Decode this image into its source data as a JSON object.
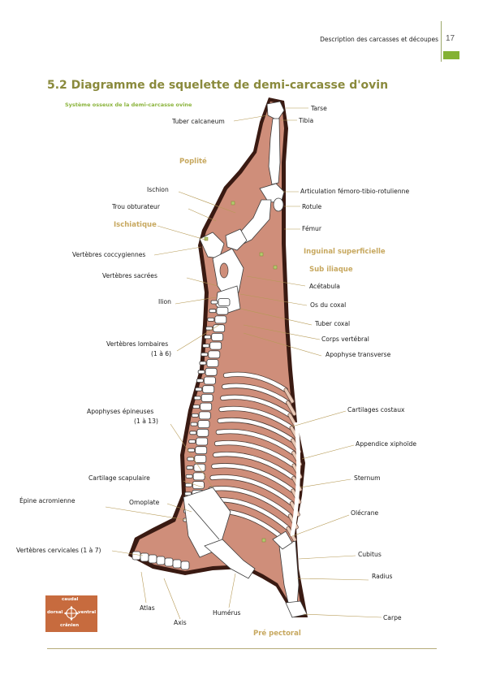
{
  "header": {
    "section_title": "Description des carcasses et découpes",
    "page_number": "17"
  },
  "title": "5.2 Diagramme de squelette de demi-carcasse d'ovin",
  "subtitle": "Système osseux de la demi-carcasse ovine",
  "labels": {
    "tarse": "Tarse",
    "tibia": "Tibia",
    "tuber_calcaneum": "Tuber calcaneum",
    "poplite": "Poplité",
    "ischion": "Ischion",
    "articulation": "Articulation fémoro-tibio-rotulienne",
    "trou_obturateur": "Trou obturateur",
    "rotule": "Rotule",
    "ischiatique": "Ischiatique",
    "femur": "Fémur",
    "inguinal": "Inguinal superficielle",
    "vertebres_coccygiennes": "Vertèbres coccygiennes",
    "sub_iliaque": "Sub iliaque",
    "vertebres_sacrees": "Vertèbres sacrées",
    "acetabula": "Acétabula",
    "ilion": "Ilion",
    "os_du_coxal": "Os du coxal",
    "tuber_coxal": "Tuber coxal",
    "vertebres_lombaires": "Vertèbres lombaires",
    "vertebres_lombaires_2": "(1 à 6)",
    "corps_vertebral": "Corps vertébral",
    "apophyse_transverse": "Apophyse transverse",
    "cartilages_costaux": "Cartilages costaux",
    "apophyses_epineuses": "Apophyses épineuses",
    "apophyses_epineuses_2": "(1 à 13)",
    "appendice_xiphoide": "Appendice xiphoïde",
    "cartilage_scapulaire": "Cartilage scapulaire",
    "sternum": "Sternum",
    "epine_acromienne": "Épine acromienne",
    "omoplate": "Omoplate",
    "olecrane": "Olécrane",
    "vertebres_cervicales": "Vertèbres cervicales (1 à 7)",
    "cubitus": "Cubitus",
    "radius": "Radius",
    "atlas": "Atlas",
    "humerus": "Humérus",
    "carpe": "Carpe",
    "axis": "Axis",
    "pre_pectoral": "Pré pectoral"
  },
  "compass": {
    "top": "caudal",
    "left": "dorsal",
    "right": "ventral",
    "bottom": "crânien"
  },
  "colors": {
    "meat": "#cf8e7a",
    "outline": "#3a1a12",
    "gold": "#c7a85f",
    "green": "#84b233",
    "compass_bg": "#c76b3e"
  }
}
